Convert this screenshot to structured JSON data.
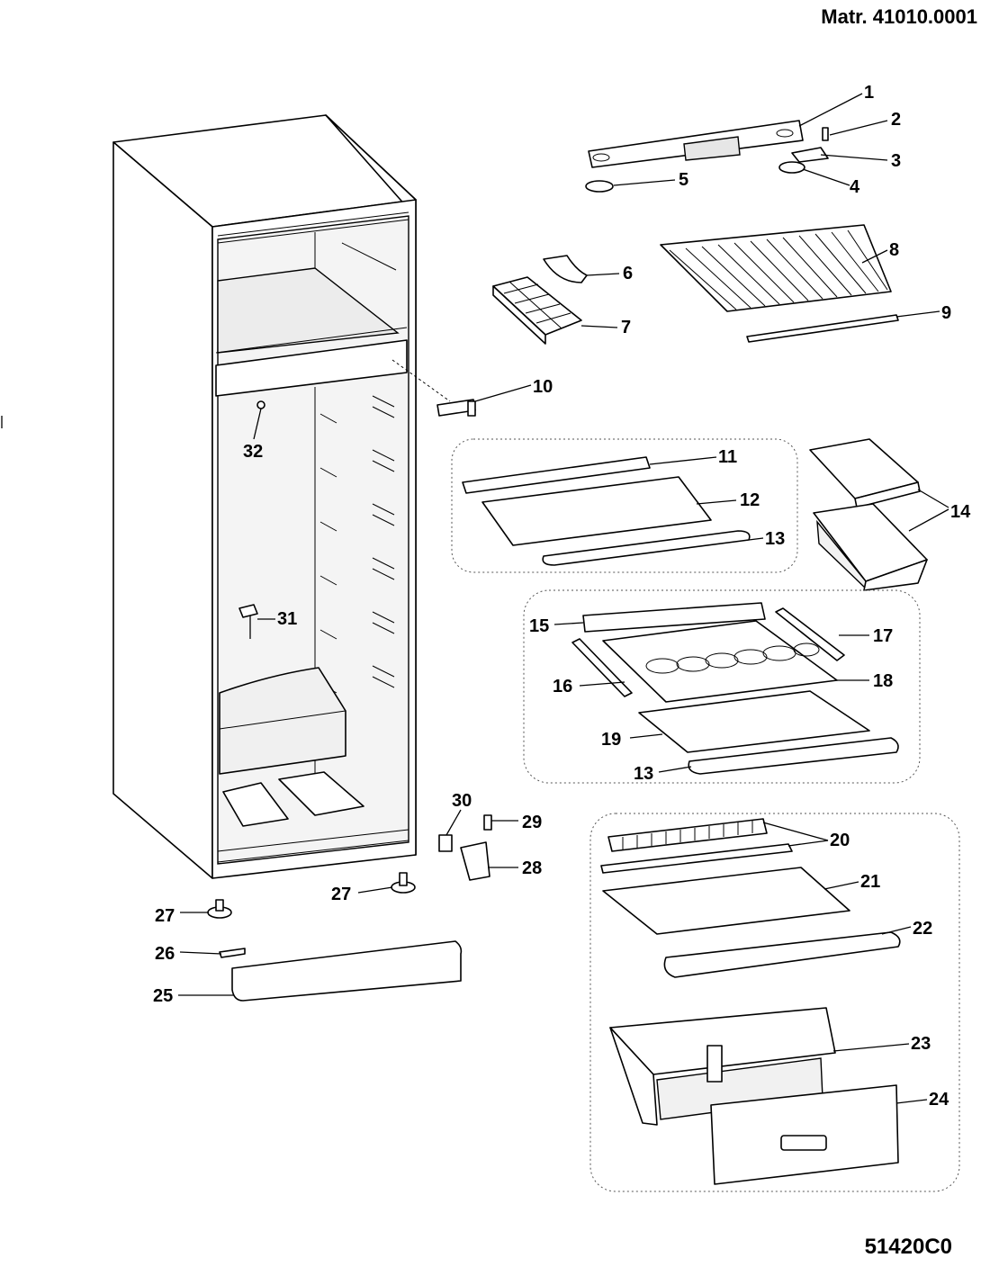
{
  "header": {
    "matr": "Matr. 41010.0001"
  },
  "footer": {
    "code": "51420C0"
  },
  "callouts": [
    {
      "n": "1"
    },
    {
      "n": "2"
    },
    {
      "n": "3"
    },
    {
      "n": "4"
    },
    {
      "n": "5"
    },
    {
      "n": "6"
    },
    {
      "n": "7"
    },
    {
      "n": "8"
    },
    {
      "n": "9"
    },
    {
      "n": "10"
    },
    {
      "n": "11"
    },
    {
      "n": "12"
    },
    {
      "n": "13"
    },
    {
      "n": "14"
    },
    {
      "n": "15"
    },
    {
      "n": "16"
    },
    {
      "n": "17"
    },
    {
      "n": "18"
    },
    {
      "n": "19"
    },
    {
      "n": "13"
    },
    {
      "n": "20"
    },
    {
      "n": "21"
    },
    {
      "n": "22"
    },
    {
      "n": "23"
    },
    {
      "n": "24"
    },
    {
      "n": "25"
    },
    {
      "n": "26"
    },
    {
      "n": "27"
    },
    {
      "n": "27"
    },
    {
      "n": "28"
    },
    {
      "n": "29"
    },
    {
      "n": "30"
    },
    {
      "n": "31"
    },
    {
      "n": "32"
    }
  ]
}
